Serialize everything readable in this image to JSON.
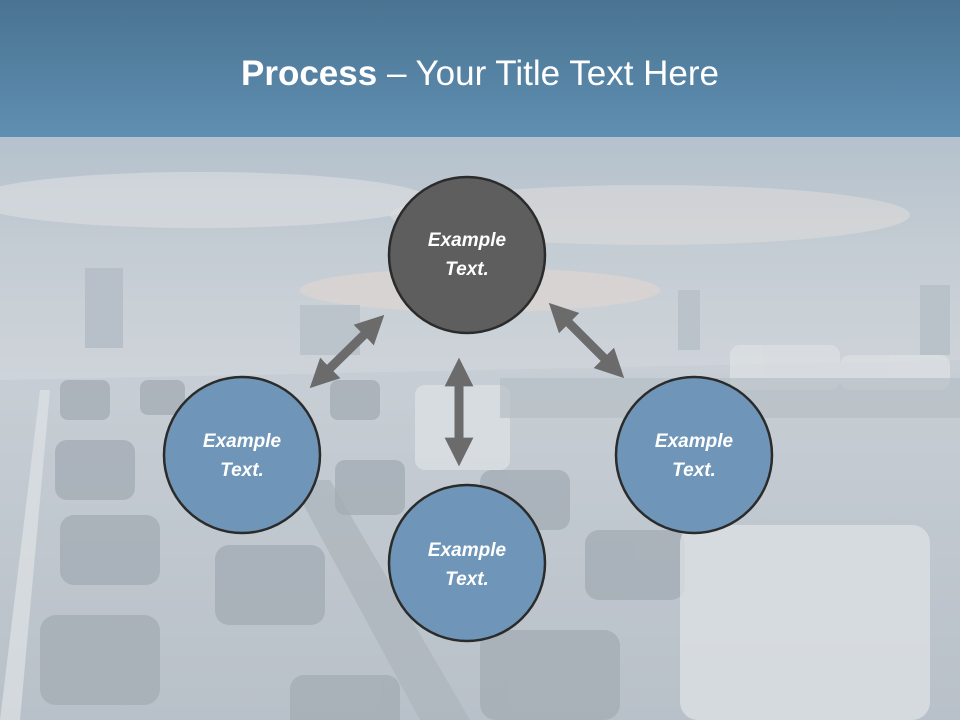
{
  "title": {
    "bold": "Process",
    "rest": " – Your Title Text Here"
  },
  "colors": {
    "title_bar": "#5b8aae",
    "node_top": "#5e5e5e",
    "node_other": "#6f96b8",
    "node_stroke": "#2b2b2b",
    "arrow": "#6b6b6b",
    "label": "#ffffff"
  },
  "nodes": [
    {
      "id": "top",
      "line1": "Example",
      "line2": "Text."
    },
    {
      "id": "left",
      "line1": "Example",
      "line2": "Text."
    },
    {
      "id": "bottom",
      "line1": "Example",
      "line2": "Text."
    },
    {
      "id": "right",
      "line1": "Example",
      "line2": "Text."
    }
  ]
}
